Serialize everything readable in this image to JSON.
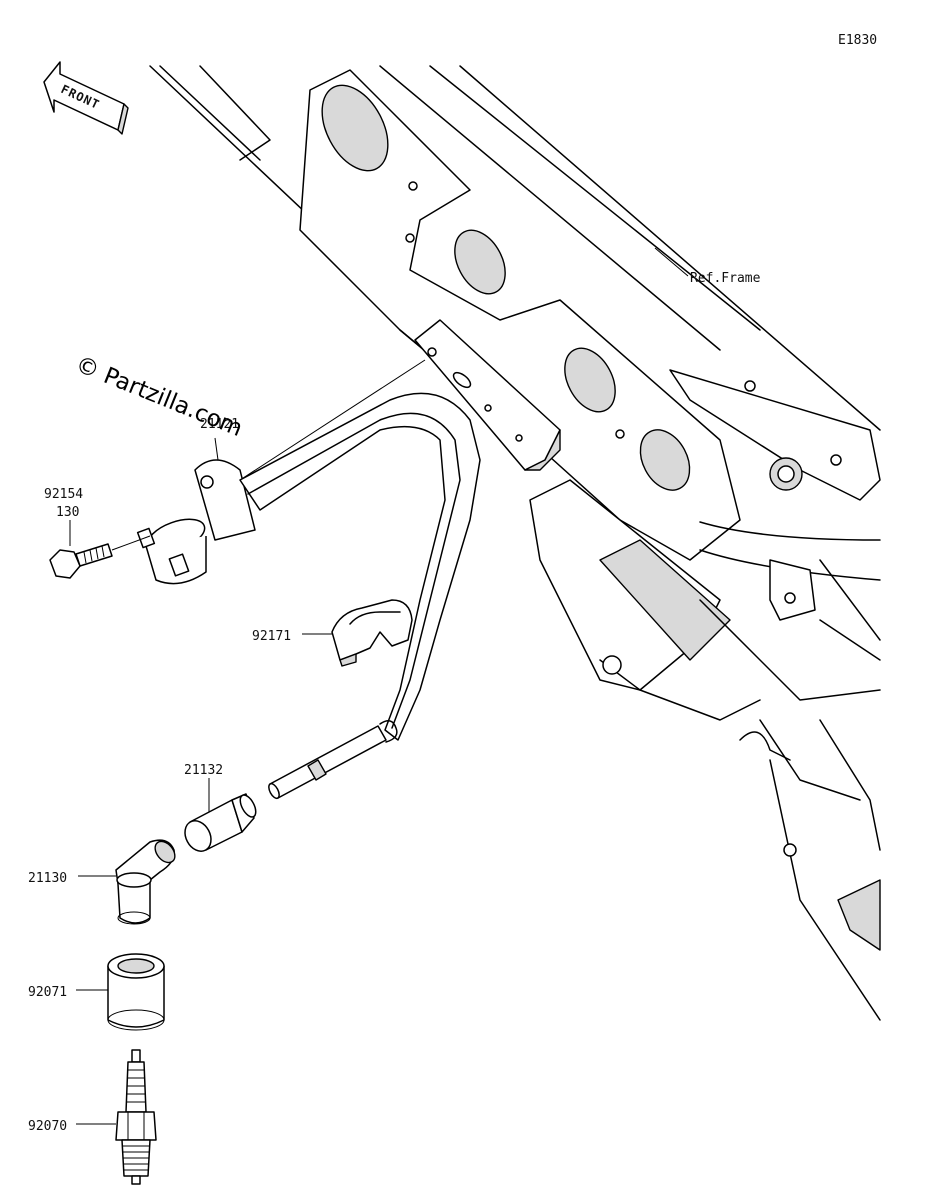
{
  "diagram_code": "E1830",
  "front_arrow_label": "FRONT",
  "watermark": "© Partzilla.com",
  "frame_reference": "Ref.Frame",
  "parts": {
    "ignition_coil": "21121",
    "bolt": "92154",
    "bolt_size": "130",
    "clamp": "92171",
    "cap_seal": "21132",
    "plug_cap": "21130",
    "boot": "92071",
    "spark_plug": "92070"
  }
}
